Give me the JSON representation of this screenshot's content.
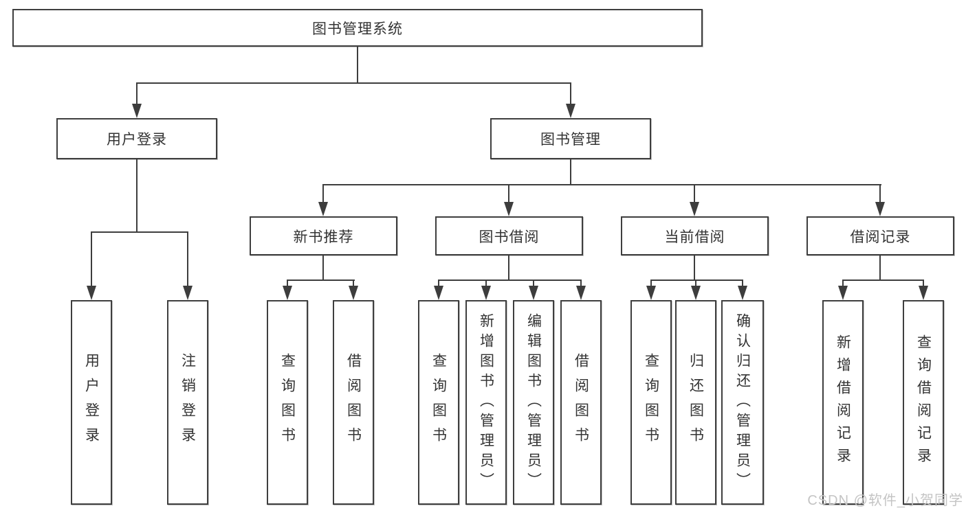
{
  "tree": {
    "label": "图书管理系统",
    "children": [
      {
        "label": "用户登录",
        "children": [
          {
            "label": "用户登录"
          },
          {
            "label": "注销登录"
          }
        ]
      },
      {
        "label": "图书管理",
        "children": [
          {
            "label": "新书推荐",
            "children": [
              {
                "label": "查询图书"
              },
              {
                "label": "借阅图书"
              }
            ]
          },
          {
            "label": "图书借阅",
            "children": [
              {
                "label": "查询图书"
              },
              {
                "label": "新增图书（管理员）"
              },
              {
                "label": "编辑图书（管理员）"
              },
              {
                "label": "借阅图书"
              }
            ]
          },
          {
            "label": "当前借阅",
            "children": [
              {
                "label": "查询图书"
              },
              {
                "label": "归还图书"
              },
              {
                "label": "确认归还（管理员）"
              }
            ]
          },
          {
            "label": "借阅记录",
            "children": [
              {
                "label": "新增借阅记录"
              },
              {
                "label": "查询借阅记录"
              }
            ]
          }
        ]
      }
    ]
  },
  "watermark": {
    "text": "CSDN @软件_小贺同学"
  },
  "colors": {
    "line": "#3d3d3d",
    "box_border": "#3e3e3e",
    "text": "#333333",
    "watermark": "#c4c4c4",
    "background": "#ffffff"
  }
}
